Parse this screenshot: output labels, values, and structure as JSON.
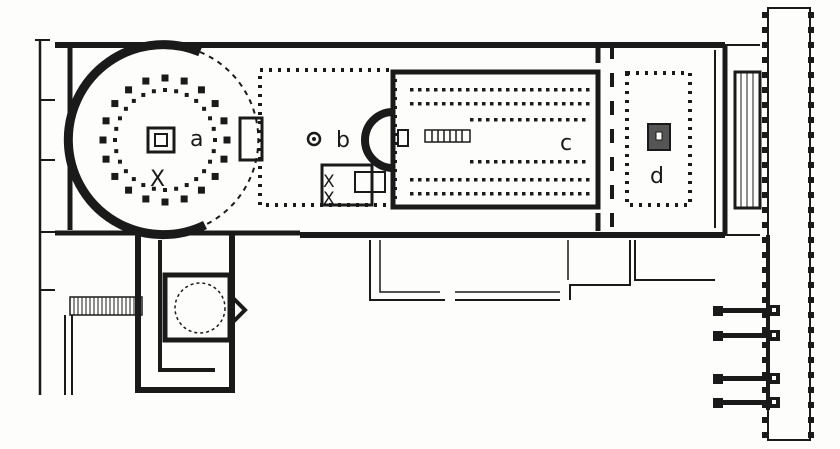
{
  "labels": {
    "a": "a",
    "b": "b",
    "c": "c",
    "d": "d",
    "x_rotunda": "X",
    "x_court_top": "X",
    "x_court_bottom": "X"
  },
  "colors": {
    "wall": "#1a1a1a",
    "paper": "#fdfdfb"
  }
}
